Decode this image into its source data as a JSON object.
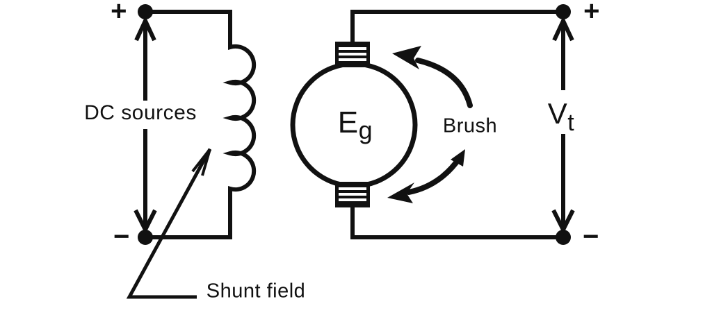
{
  "diagram": {
    "title_semantic": "DC shunt generator circuit diagram",
    "colors": {
      "ink": "#111111",
      "background": "#ffffff"
    },
    "labels": {
      "dc_source": "DC sources",
      "shunt_field": "Shunt field",
      "brush": "Brush",
      "generator_emf_main": "E",
      "generator_emf_sub": "g",
      "terminal_voltage_main": "V",
      "terminal_voltage_sub": "t",
      "polarity_plus_left": "+",
      "polarity_minus_left": "−",
      "polarity_plus_right": "+",
      "polarity_minus_right": "−"
    }
  }
}
